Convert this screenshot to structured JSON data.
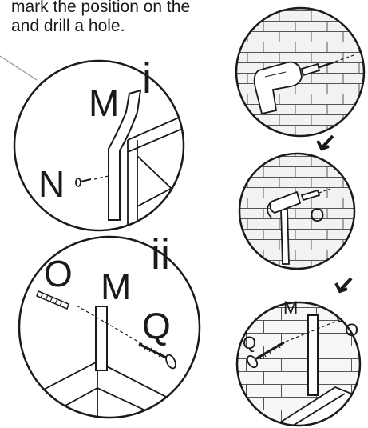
{
  "instructions": {
    "line1": "mark the position on the",
    "line2": "and drill a hole."
  },
  "labels": {
    "step_i": "i",
    "step_ii": "ii",
    "bracket_M": "M",
    "screw_N": "N",
    "plug_O": "O",
    "screw_Q": "Q"
  }
}
